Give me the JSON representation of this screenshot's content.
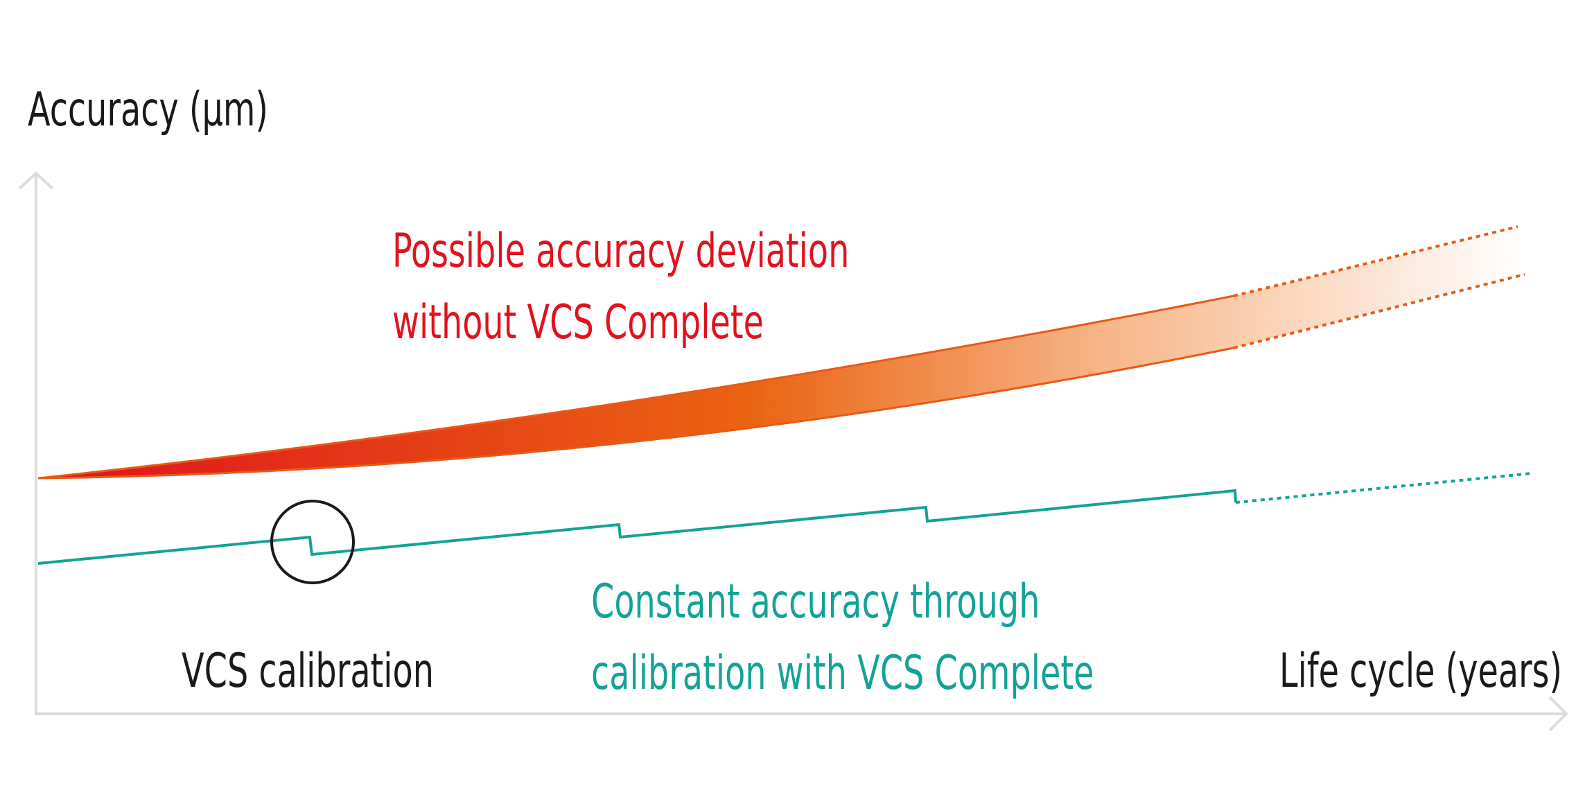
{
  "labels": {
    "y_axis": "Accuracy (µm)",
    "x_axis": "Life cycle (years)",
    "calibration": "VCS calibration",
    "deviation_line1": "Possible accuracy deviation",
    "deviation_line2": "without VCS Complete",
    "constant_line1": "Constant accuracy through",
    "constant_line2": "calibration with VCS Complete"
  },
  "colors": {
    "axis": "#dcdcdc",
    "deviation_start": "#e0121d",
    "deviation_mid": "#ea6412",
    "deviation_fade": "#f7b68a",
    "deviation_outline": "#e85a14",
    "constant": "#13a396",
    "annotation_red": "#e0121d",
    "annotation_teal": "#13a396",
    "text": "#1a1a1a"
  },
  "icons": {
    "y_axis_arrow": "arrow-up-icon",
    "x_axis_arrow": "arrow-right-icon",
    "calibration_marker": "circle-marker-icon"
  }
}
